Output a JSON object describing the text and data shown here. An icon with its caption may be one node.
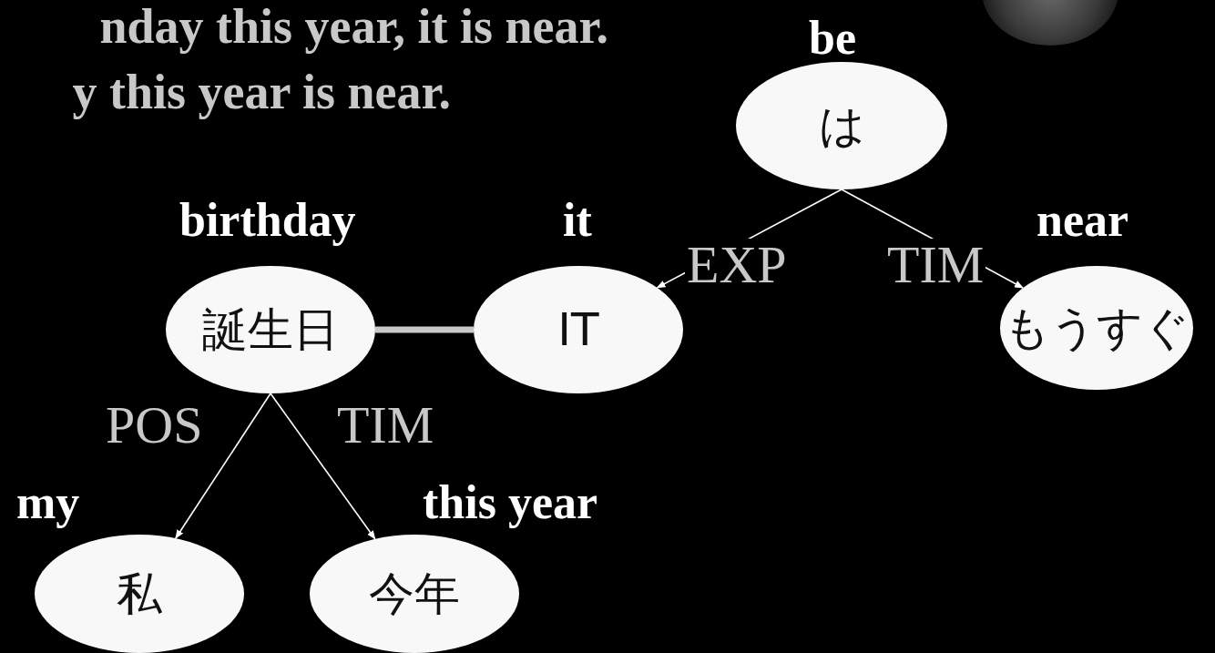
{
  "diagram": {
    "nodes": [
      {
        "text": [
          "be",
          "は"
        ]
      },
      {
        "text": [
          "birthday",
          "誕生日"
        ]
      },
      {
        "text": [
          "it",
          "IT"
        ]
      },
      {
        "text": [
          "near",
          "もうすぐ"
        ]
      },
      {
        "text": [
          "my",
          "私"
        ]
      },
      {
        "text": [
          "this year",
          "今年"
        ]
      },
      {
        "text": [],
        "shape": "circle"
      }
    ],
    "edges": [
      {
        "from": 0,
        "to": 2,
        "arrow": "to",
        "label": "EXP"
      },
      {
        "from": 0,
        "to": 3,
        "arrow": "to",
        "label": "TIM"
      },
      {
        "from": 1,
        "to": 2,
        "arrow": "none",
        "style": "thick",
        "color": "#c8c8c8"
      },
      {
        "from": 1,
        "to": 4,
        "arrow": "to",
        "label": "POS"
      },
      {
        "from": 1,
        "to": 5,
        "arrow": "to",
        "label": "TIM"
      }
    ],
    "labels": [
      "nday this year, it is near.",
      "y this year is near."
    ]
  }
}
